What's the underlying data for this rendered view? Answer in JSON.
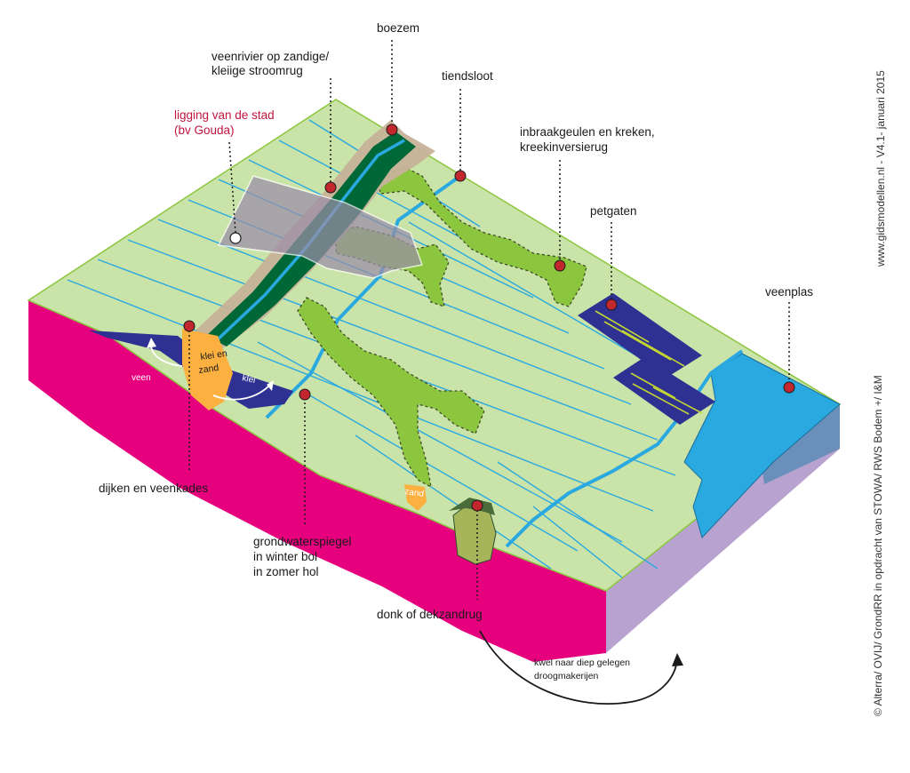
{
  "labels": {
    "boezem": "boezem",
    "veenrivier_1": "veenrivier op zandige/",
    "veenrivier_2": "kleiige stroomrug",
    "tiendsloot": "tiendsloot",
    "stad_1": "ligging van de stad",
    "stad_2": "(bv Gouda)",
    "inbraak_1": "inbraakgeulen en kreken,",
    "inbraak_2": "kreekinversierug",
    "petgaten": "petgaten",
    "veenplas": "veenplas",
    "dijken": "dijken en veenkades",
    "grondwater_1": "grondwaterspiegel",
    "grondwater_2": "in winter bol",
    "grondwater_3": "in zomer hol",
    "donk": "donk of dekzandrug",
    "kwel_1": "kwel naar diep gelegen",
    "kwel_2": "droogmakerijen",
    "veen": "veen",
    "klei_en": "klei en",
    "zand_1": "zand",
    "klei": "klei",
    "zand_2": "zand"
  },
  "credits": {
    "website": "www.gidsmodellen.nl - V4.1- januari 2015",
    "copyright": "© Alterra/ OVIJ/ GrondRR in opdracht van STOWA/ RWS Bodem +/ I&M"
  },
  "colors": {
    "peat_land": "#c9e3a8",
    "pink_soil": "#e6007e",
    "lavender_side": "#b8a3d0",
    "lake_blue": "#29a9e0",
    "river_green": "#006837",
    "channel_green": "#8cc63f",
    "marker_red": "#c1272d",
    "accent_red_text": "#c0143c",
    "petgat_navy": "#2e3192"
  }
}
